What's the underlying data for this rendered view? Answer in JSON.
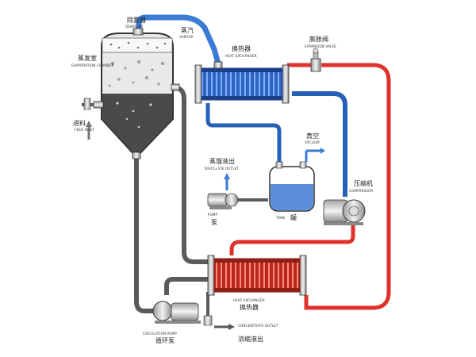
{
  "labels": {
    "demister": {
      "cn": "除雾器",
      "en": "DEMISTER"
    },
    "vapour": {
      "cn": "蒸汽",
      "en": "VAPOUR"
    },
    "heat_exchanger_top": {
      "cn": "换热器",
      "en": "HEAT EXCHANGER"
    },
    "expansion_valve": {
      "cn": "膨胀阀",
      "en": "EXPANSION VALVE"
    },
    "evaporation_chamber": {
      "cn": "蒸发室",
      "en": "EVAPORATION CHAMBER"
    },
    "feed_inlet": {
      "cn": "进料",
      "en": "FEED INLET"
    },
    "vacuum": {
      "cn": "真空",
      "en": "VACUUM"
    },
    "distillate_outlet": {
      "cn": "蒸馏液出",
      "en": "DISTILLATE OUTLET"
    },
    "compressor": {
      "cn": "压缩机",
      "en": "COMPRESSOR"
    },
    "pump": {
      "cn": "泵",
      "en": "PUMP"
    },
    "tank": {
      "cn": "罐",
      "en": "TANK"
    },
    "heat_exchanger_bottom": {
      "cn": "换热器",
      "en": "HEAT EXCHANGER"
    },
    "circulation_pump": {
      "cn": "循环泵",
      "en": "CIRCULATION PUMP"
    },
    "concentrate_outlet": {
      "cn": "浓缩液出",
      "en": "CONCENTRATE OUTLET"
    }
  },
  "colors": {
    "vapour_pipe": "#3a7bd5",
    "cold_pipe": "#2660b8",
    "hot_pipe": "#e0312b",
    "grey_pipe": "#5a5a5a",
    "vessel_top": "#e6e6e6",
    "vessel_liquid": "#4a4a4a",
    "tank_liquid": "#5b8fd9",
    "exchanger_blue": "#3b6fc7",
    "exchanger_red": "#c93a2a"
  }
}
